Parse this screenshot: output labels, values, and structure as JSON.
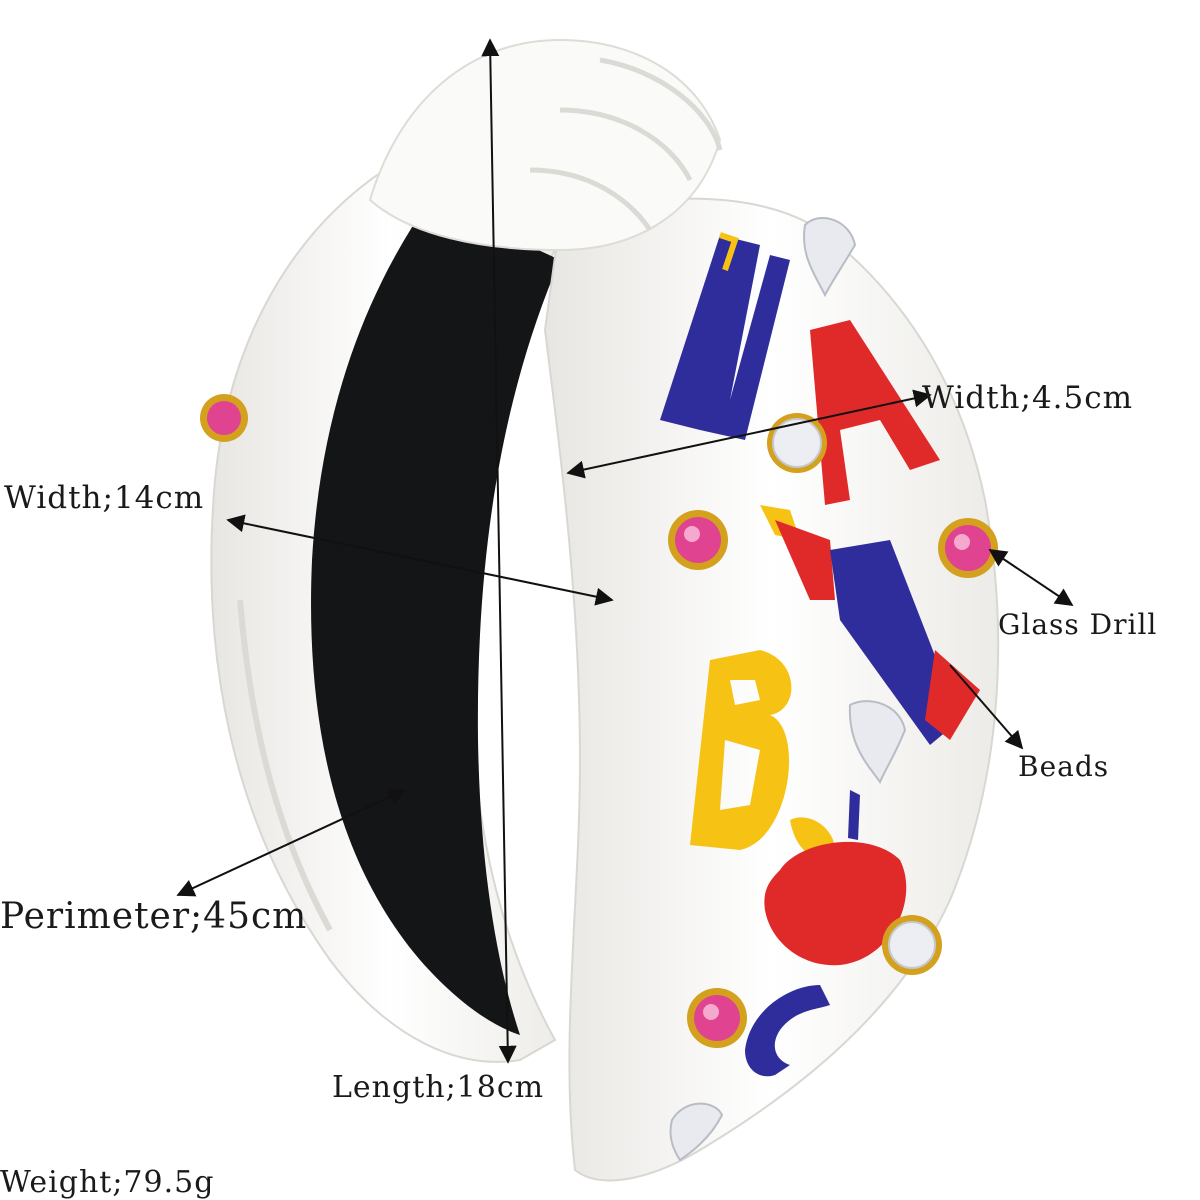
{
  "colors": {
    "band": "#f4f3f0",
    "band_shadow": "#dcdad5",
    "inner_lining": "#141517",
    "bead_red": "#e02a2a",
    "bead_blue": "#2f2d9b",
    "bead_yellow": "#f6c315",
    "rhinestone_pink": "#e0438f",
    "setting_gold": "#d4a11e"
  },
  "labels": {
    "width_total": "Width;14cm",
    "width_band": "Width;4.5cm",
    "glass_drill": "Glass Drill",
    "beads": "Beads",
    "perimeter": "Perimeter;45cm",
    "length": "Length;18cm",
    "weight": "Weight;79.5g"
  },
  "decor_letters": [
    "A",
    "B",
    "C"
  ]
}
